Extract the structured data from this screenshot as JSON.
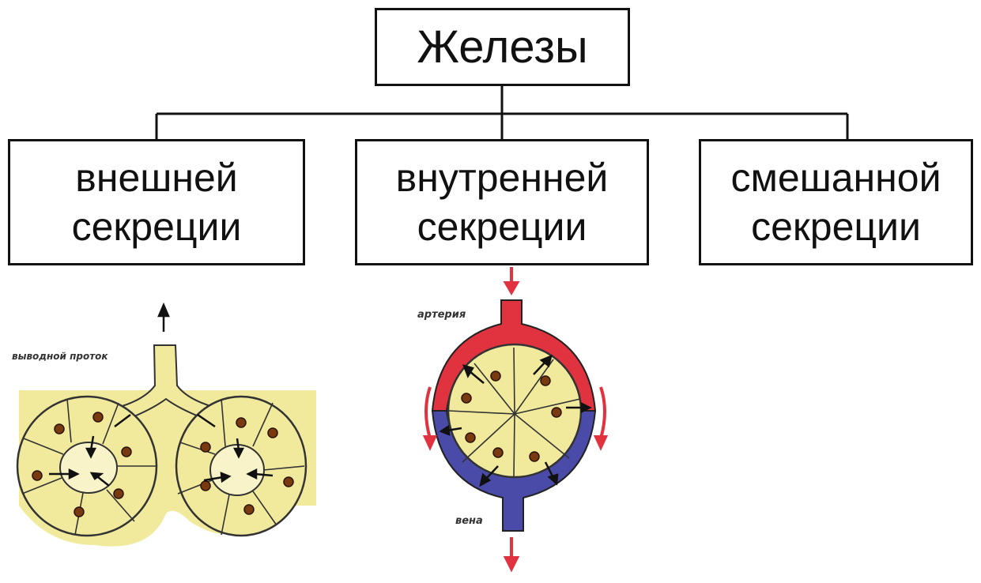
{
  "root": {
    "label": "Железы"
  },
  "types": [
    {
      "line1": "внешней",
      "line2": "секреции"
    },
    {
      "line1": "внутренней",
      "line2": "секреции"
    },
    {
      "line1": "смешанной",
      "line2": "секреции"
    }
  ],
  "illustrations": {
    "exocrine": {
      "duct_label": "выводной проток"
    },
    "endocrine": {
      "artery_label": "артерия",
      "vein_label": "вена"
    }
  },
  "colors": {
    "tissue": "#f1ea9c",
    "tissue_stroke": "#333333",
    "nucleus": "#7a3a10",
    "artery": "#e0333f",
    "vein": "#4a4aa8",
    "line": "#111111"
  }
}
